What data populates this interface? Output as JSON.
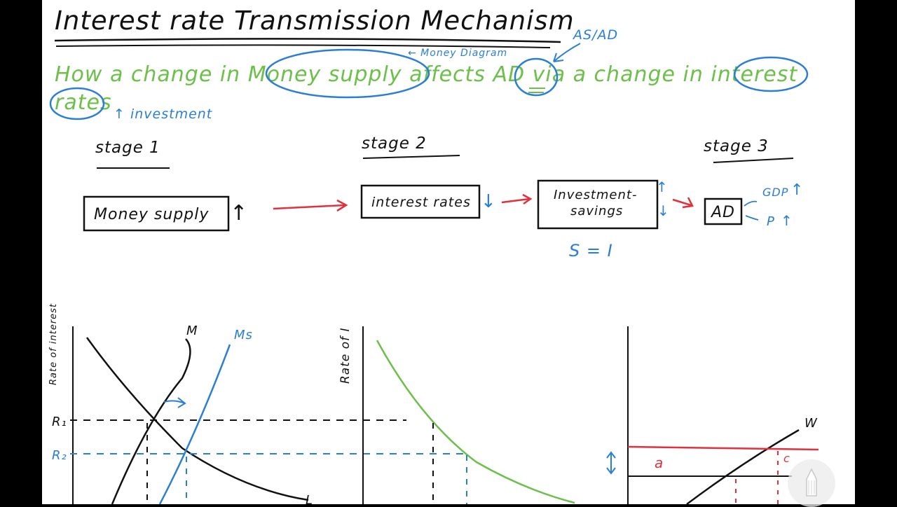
{
  "title": "Interest rate Transmission Mechanism",
  "definition": {
    "line1": "How a change in Money supply affects AD via a change in interest",
    "line2": "rates",
    "note_money_diagram": "← Money Diagram",
    "note_as_ad": "AS/AD",
    "note_investment": "↑ investment"
  },
  "stages": {
    "stage1": "stage 1",
    "stage2": "stage 2",
    "stage3": "stage 3"
  },
  "flow": {
    "money_supply": "Money supply",
    "interest_rates": "interest rates",
    "investment": "Investment-",
    "savings": "savings",
    "ad": "AD",
    "gdp": "GDP",
    "price": "P",
    "equation": "S = I",
    "up_arrow": "↑",
    "down_arrow": "↓"
  },
  "graph1": {
    "y_label": "Rate of interest",
    "curve_m": "M",
    "curve_ms": "Ms",
    "curve_l": "L",
    "r1": "R₁",
    "r2": "R₂"
  },
  "graph2": {
    "y_label": "Rate of I"
  },
  "graph3": {
    "curve_w": "W",
    "label_a": "a",
    "label_c": "c"
  },
  "colors": {
    "ink_black": "#111111",
    "ink_green": "#6cc04a",
    "ink_blue": "#2a7fd4",
    "ink_red": "#e0313c",
    "paper": "#ffffff",
    "frame": "#000000"
  },
  "icons": {
    "pen_tool": "pen-tool-icon"
  }
}
